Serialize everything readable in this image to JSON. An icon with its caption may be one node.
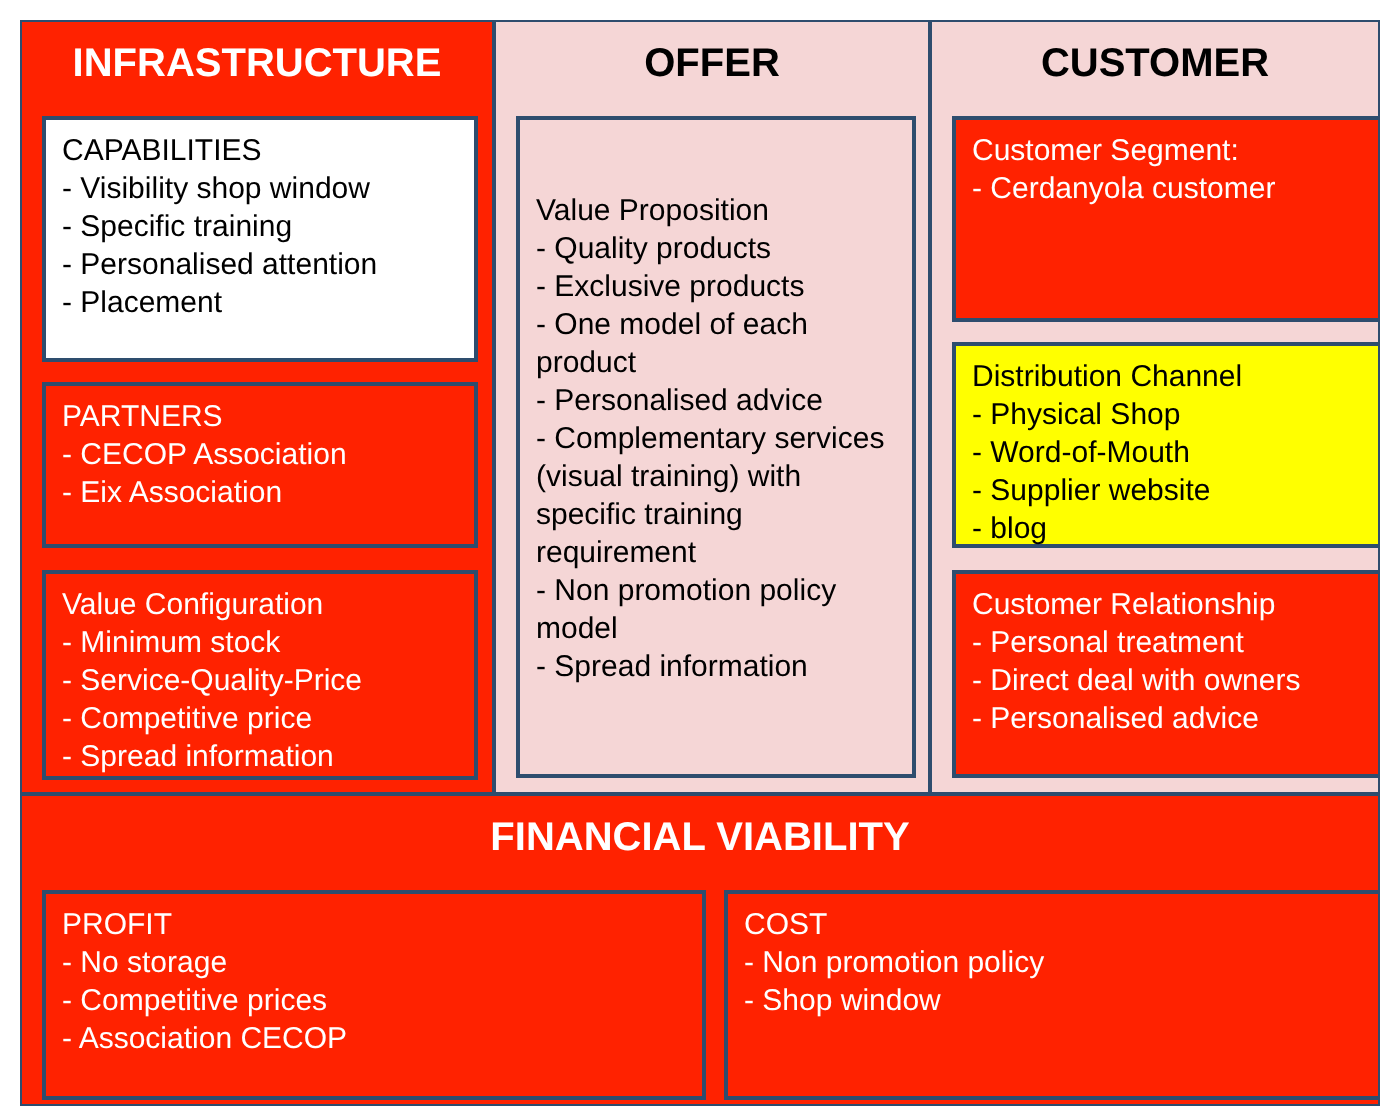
{
  "diagram": {
    "nodes": [
      {
        "text": [
          "INFRASTRUCTURE"
        ]
      },
      {
        "text": [
          "CAPABILITIES",
          "- Visibility shop window",
          "- Specific training",
          "- Personalised attention",
          "- Placement"
        ],
        "in": 0
      },
      {
        "text": [
          "PARTNERS",
          "- CECOP Association",
          "- Eix Association"
        ],
        "in": 0
      },
      {
        "text": [
          "Value Configuration",
          "- Minimum stock",
          "- Service-Quality-Price",
          "- Competitive price",
          "- Spread information"
        ],
        "in": 0
      },
      {
        "text": [
          "OFFER"
        ]
      },
      {
        "text": [
          "Value Proposition",
          "- Quality products",
          "- Exclusive products",
          "- One model of each product",
          "- Personalised advice",
          "- Complementary services (visual training) with specific training requirement",
          "- Non promotion policy model",
          "- Spread information"
        ],
        "in": 4
      },
      {
        "text": [
          "CUSTOMER"
        ]
      },
      {
        "text": [
          "Customer Segment:",
          "- Cerdanyola customer"
        ],
        "in": 6
      },
      {
        "text": [
          "Distribution Channel",
          "- Physical Shop",
          "- Word-of-Mouth",
          "- Supplier website",
          "- blog"
        ],
        "in": 6
      },
      {
        "text": [
          "Customer Relationship",
          "- Personal treatment",
          "- Direct deal with owners",
          "- Personalised advice"
        ],
        "in": 6
      },
      {
        "text": [
          "FINANCIAL VIABILITY"
        ]
      },
      {
        "text": [
          "PROFIT",
          "- No storage",
          "- Competitive prices",
          "- Association CECOP"
        ],
        "in": 10
      },
      {
        "text": [
          "COST",
          "- Non promotion policy",
          "- Shop window"
        ],
        "in": 10
      }
    ],
    "edges": []
  }
}
